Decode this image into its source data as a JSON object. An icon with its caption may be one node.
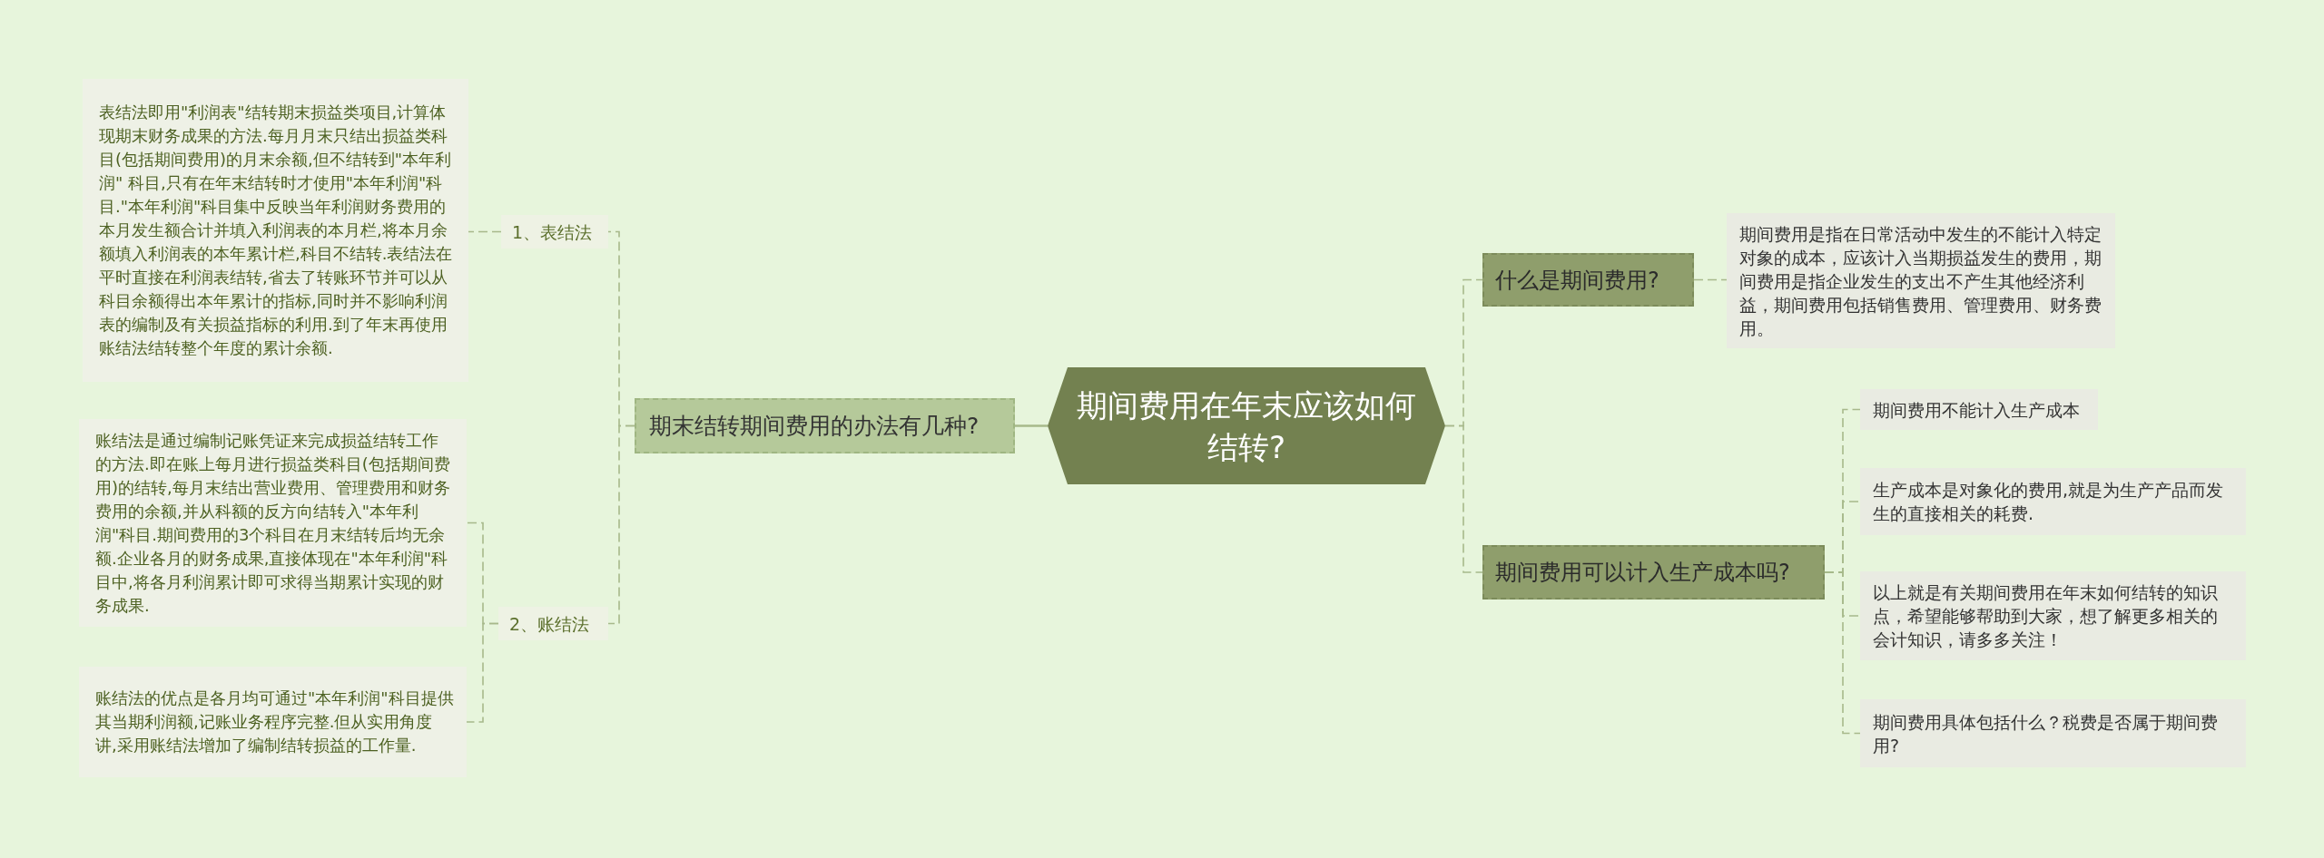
{
  "diagram": {
    "nodes": [
      {
        "text": [
          "期间费用在年末应该如何结转?"
        ]
      },
      {
        "text": [
          "期末结转期间费用的办法有几种?"
        ]
      },
      {
        "text": [
          "1、表结法"
        ]
      },
      {
        "text": [
          "表结法即用\"利润表\"结转期末损益类项目,计算体现期末财务成果的方法.每月月末只结出损益类科目(包括期间费用)的月末余额,但不结转到\"本年利润\" 科目,只有在年末结转时才使用\"本年利润\"科目.\"本年利润\"科目集中反映当年利润财务费用的本月发生额合计并填入利润表的本月栏,将本月余额填入利润表的本年累计栏,科目不结转.表结法在平时直接在利润表结转,省去了转账环节并可以从科目余额得出本年累计的指标,同时并不影响利润表的编制及有关损益指标的利用.到了年末再使用账结法结转整个年度的累计余额."
        ]
      },
      {
        "text": [
          "2、账结法"
        ]
      },
      {
        "text": [
          "账结法是通过编制记账凭证来完成损益结转工作的方法.即在账上每月进行损益类科目(包括期间费用)的结转,每月末结出营业费用、管理费用和财务费用的余额,并从科额的反方向结转入\"本年利润\"科目.期间费用的3个科目在月末结转后均无余额.企业各月的财务成果,直接体现在\"本年利润\"科目中,将各月利润累计即可求得当期累计实现的财务成果."
        ]
      },
      {
        "text": [
          "账结法的优点是各月均可通过\"本年利润\"科目提供其当期利润额,记账业务程序完整.但从实用角度讲,采用账结法增加了编制结转损益的工作量."
        ]
      },
      {
        "text": [
          "什么是期间费用?"
        ]
      },
      {
        "text": [
          "期间费用是指在日常活动中发生的不能计入特定对象的成本，应该计入当期损益发生的费用，期间费用是指企业发生的支出不产生其他经济利益，期间费用包括销售费用、管理费用、财务费用。"
        ]
      },
      {
        "text": [
          "期间费用可以计入生产成本吗?"
        ]
      },
      {
        "text": [
          "期间费用不能计入生产成本"
        ]
      },
      {
        "text": [
          "生产成本是对象化的费用,就是为生产产品而发生的直接相关的耗费."
        ]
      },
      {
        "text": [
          "以上就是有关期间费用在年末如何结转的知识点，希望能够帮助到大家，想了解更多相关的会计知识，请多多关注！"
        ]
      },
      {
        "text": [
          "期间费用具体包括什么？税费是否属于期间费用?"
        ]
      }
    ],
    "edges": [
      {
        "from": 0,
        "to": 1,
        "arrow": "none"
      },
      {
        "from": 1,
        "to": 2,
        "arrow": "none",
        "style": "dashed"
      },
      {
        "from": 2,
        "to": 3,
        "arrow": "none",
        "style": "dashed"
      },
      {
        "from": 1,
        "to": 4,
        "arrow": "none",
        "style": "dashed"
      },
      {
        "from": 4,
        "to": 5,
        "arrow": "none",
        "style": "dashed"
      },
      {
        "from": 4,
        "to": 6,
        "arrow": "none",
        "style": "dashed"
      },
      {
        "from": 0,
        "to": 7,
        "arrow": "none",
        "style": "dashed"
      },
      {
        "from": 7,
        "to": 8,
        "arrow": "none",
        "style": "dashed"
      },
      {
        "from": 0,
        "to": 9,
        "arrow": "none",
        "style": "dashed"
      },
      {
        "from": 9,
        "to": 10,
        "arrow": "none",
        "style": "dashed"
      },
      {
        "from": 9,
        "to": 11,
        "arrow": "none",
        "style": "dashed"
      },
      {
        "from": 9,
        "to": 12,
        "arrow": "none",
        "style": "dashed"
      },
      {
        "from": 9,
        "to": 13,
        "arrow": "none",
        "style": "dashed"
      }
    ]
  }
}
